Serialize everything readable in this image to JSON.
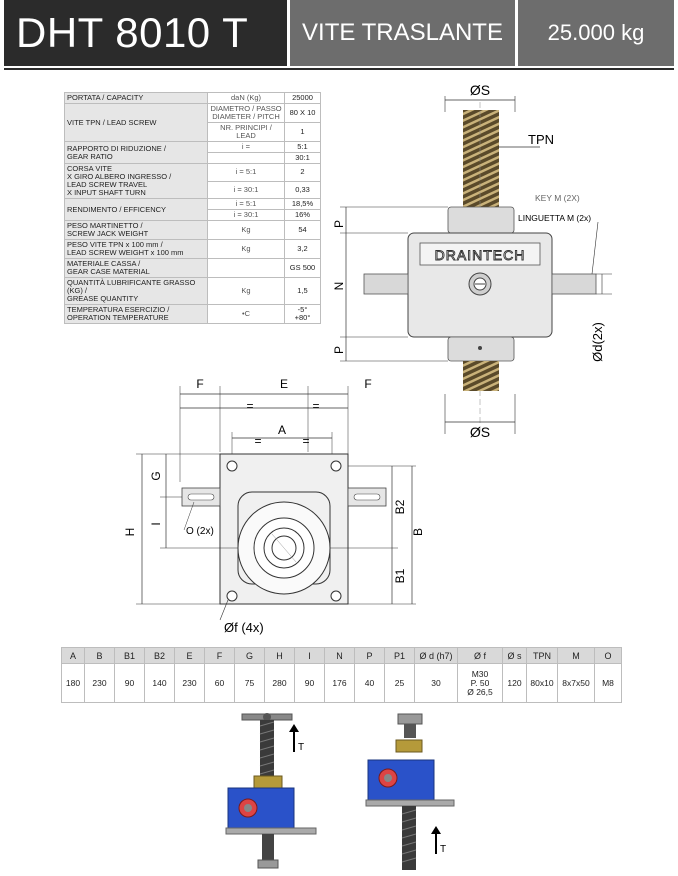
{
  "header": {
    "model": "DHT 8010 T",
    "type": "VITE TRASLANTE",
    "load": "25.000 kg"
  },
  "spec_table": [
    {
      "label": [
        "PORTATA / CAPACITY"
      ],
      "rows": [
        {
          "unit": [
            "daN (Kg)"
          ],
          "value": [
            "25000"
          ]
        }
      ]
    },
    {
      "label": [
        "VITE TPN / LEAD SCREW"
      ],
      "rows": [
        {
          "unit": [
            "DIAMETRO / PASSO",
            "DIAMETER / PITCH"
          ],
          "value": [
            "80 X 10"
          ]
        },
        {
          "unit": [
            "NR. PRINCIPI / LEAD"
          ],
          "value": [
            "1"
          ]
        }
      ]
    },
    {
      "label": [
        "RAPPORTO DI RIDUZIONE /",
        "GEAR RATIO"
      ],
      "rows": [
        {
          "unit": [
            "i ="
          ],
          "value": [
            "5:1"
          ]
        },
        {
          "unit": [
            ""
          ],
          "value": [
            "30:1"
          ]
        }
      ]
    },
    {
      "label": [
        "CORSA VITE",
        "X GIRO ALBERO INGRESSO /",
        "LEAD SCREW TRAVEL",
        "X INPUT SHAFT TURN"
      ],
      "rows": [
        {
          "unit": [
            "i = 5:1"
          ],
          "value": [
            "2"
          ]
        },
        {
          "unit": [
            "i = 30:1"
          ],
          "value": [
            "0,33"
          ]
        }
      ]
    },
    {
      "label": [
        "RENDIMENTO / EFFICENCY"
      ],
      "rows": [
        {
          "unit": [
            "i = 5:1"
          ],
          "value": [
            "18,5%"
          ]
        },
        {
          "unit": [
            "i = 30:1"
          ],
          "value": [
            "16%"
          ]
        }
      ]
    },
    {
      "label": [
        "PESO MARTINETTO /",
        "SCREW JACK WEIGHT"
      ],
      "rows": [
        {
          "unit": [
            "Kg"
          ],
          "value": [
            "54"
          ]
        }
      ]
    },
    {
      "label": [
        "PESO VITE TPN x 100 mm /",
        "LEAD SCREW WEIGHT x 100 mm"
      ],
      "rows": [
        {
          "unit": [
            "Kg"
          ],
          "value": [
            "3,2"
          ]
        }
      ]
    },
    {
      "label": [
        "MATERIALE CASSA /",
        "GEAR CASE MATERIAL"
      ],
      "rows": [
        {
          "unit": [
            ""
          ],
          "value": [
            "GS 500"
          ]
        }
      ]
    },
    {
      "label": [
        "QUANTITÀ LUBRIFICANTE GRASSO (KG) /",
        "GREASE QUANTITY"
      ],
      "rows": [
        {
          "unit": [
            "Kg"
          ],
          "value": [
            "1,5"
          ]
        }
      ]
    },
    {
      "label": [
        "TEMPERATURA ESERCIZIO /",
        "OPERATION TEMPERATURE"
      ],
      "rows": [
        {
          "unit": [
            "•C"
          ],
          "value": [
            "-5°",
            "+80°"
          ]
        }
      ]
    }
  ],
  "side_view": {
    "diameter_top": "ØS",
    "diameter_bottom": "ØS",
    "tpn": "TPN",
    "key": "KEY M (2X)",
    "linguetta": "LINGUETTA M (2x)",
    "brand": "DRAINTECH",
    "p_top": "P",
    "n": "N",
    "p_bottom": "P",
    "shaft_diameter": "Ød(2x)"
  },
  "top_view": {
    "f_left": "F",
    "e": "E",
    "f_right": "F",
    "eq1": "=",
    "eq2": "=",
    "a": "A",
    "eq3": "=",
    "eq4": "=",
    "g": "G",
    "i": "I",
    "h": "H",
    "o": "O (2x)",
    "b2": "B2",
    "b": "B",
    "b1": "B1",
    "holes": "Øf (4x)"
  },
  "dim_table": {
    "headers": [
      "A",
      "B",
      "B1",
      "B2",
      "E",
      "F",
      "G",
      "H",
      "I",
      "N",
      "P",
      "P1",
      "Ø d (h7)",
      "Ø f",
      "Ø s",
      "TPN",
      "M",
      "O"
    ],
    "values": [
      [
        "180"
      ],
      [
        "230"
      ],
      [
        "90"
      ],
      [
        "140"
      ],
      [
        "230"
      ],
      [
        "60"
      ],
      [
        "75"
      ],
      [
        "280"
      ],
      [
        "90"
      ],
      [
        "176"
      ],
      [
        "40"
      ],
      [
        "25"
      ],
      [
        "30"
      ],
      [
        "M30",
        "P. 50",
        "Ø 26,5"
      ],
      [
        "120"
      ],
      [
        "80x10"
      ],
      [
        "8x7x50"
      ],
      [
        "M8"
      ]
    ]
  },
  "bottom_images": {
    "label_left": "T",
    "label_right": "T"
  }
}
